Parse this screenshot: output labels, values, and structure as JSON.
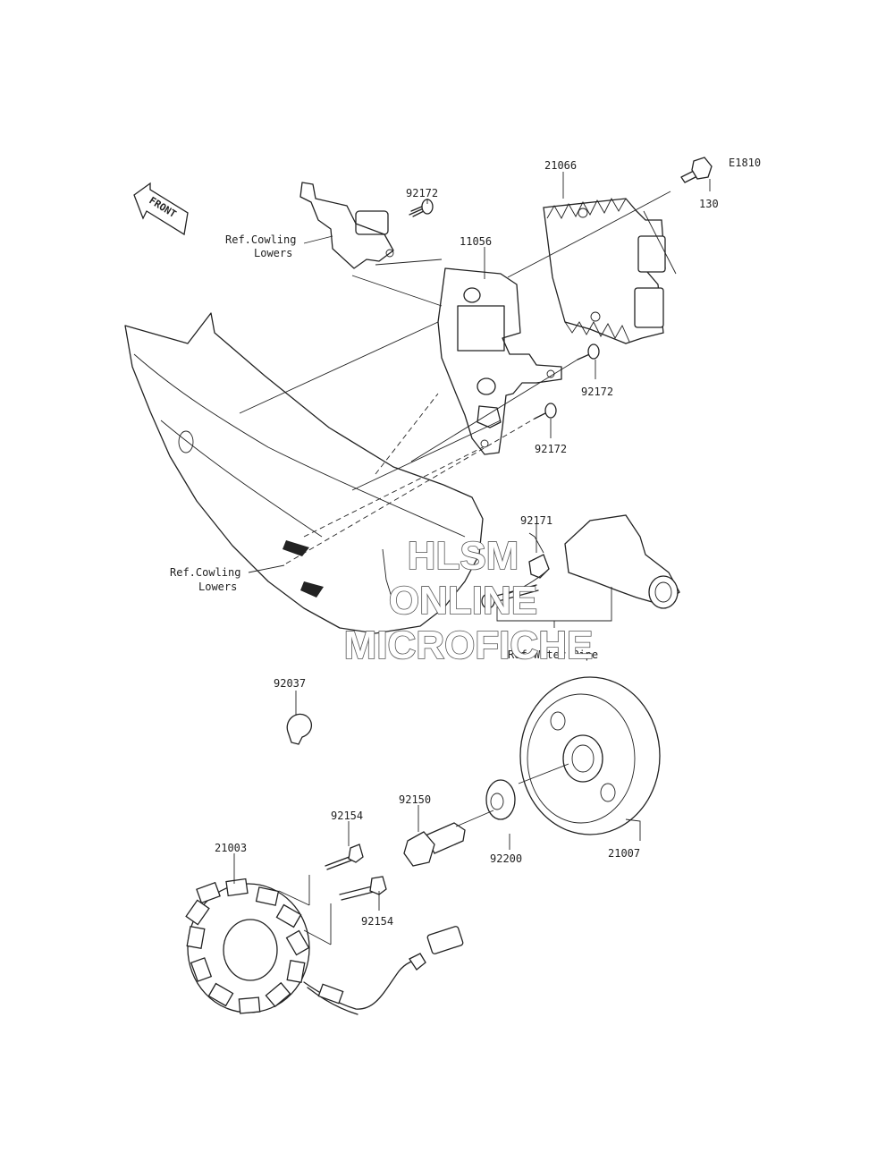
{
  "diagram_code": "E1810",
  "front_label": "FRONT",
  "watermark": {
    "line1": "HLSM",
    "line2": "ONLINE",
    "line3": "MICROFICHE"
  },
  "parts": {
    "p21066": "21066",
    "p130": "130",
    "p92172_a": "92172",
    "p11056": "11056",
    "p92172_b": "92172",
    "p92172_c": "92172",
    "p92171": "92171",
    "p92037": "92037",
    "p92150": "92150",
    "p92154_a": "92154",
    "p21003": "21003",
    "p92154_b": "92154",
    "p92200": "92200",
    "p21007": "21007"
  },
  "refs": {
    "cowling_upper_l1": "Ref.Cowling",
    "cowling_upper_l2": "Lowers",
    "cowling_lower_l1": "Ref.Cowling",
    "cowling_lower_l2": "Lowers",
    "water_pipe": "Ref.Water Pipe"
  }
}
